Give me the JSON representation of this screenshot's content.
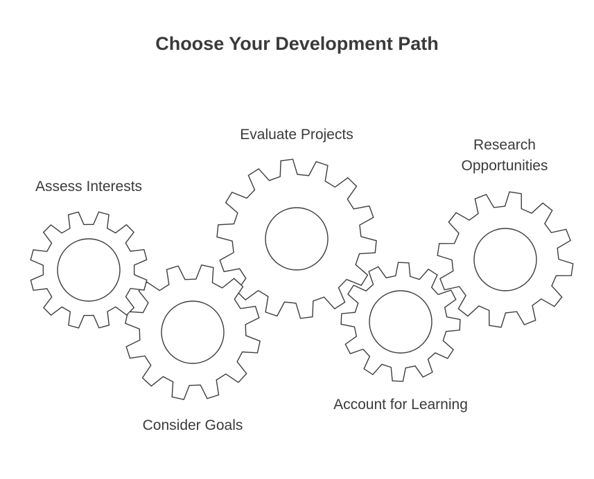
{
  "title": "Choose Your Development Path",
  "steps": [
    {
      "id": "assess",
      "label_lines": [
        "Assess Interests"
      ]
    },
    {
      "id": "consider",
      "label_lines": [
        "Consider Goals"
      ]
    },
    {
      "id": "evaluate",
      "label_lines": [
        "Evaluate Projects"
      ]
    },
    {
      "id": "account",
      "label_lines": [
        "Account for Learning"
      ]
    },
    {
      "id": "research",
      "label_lines": [
        "Research",
        "Opportunities"
      ]
    }
  ],
  "colors": {
    "stroke": "#3d3d3d",
    "fill": "#ffffff",
    "text": "#3a3a3a"
  },
  "icons": [
    "gear-icon"
  ]
}
